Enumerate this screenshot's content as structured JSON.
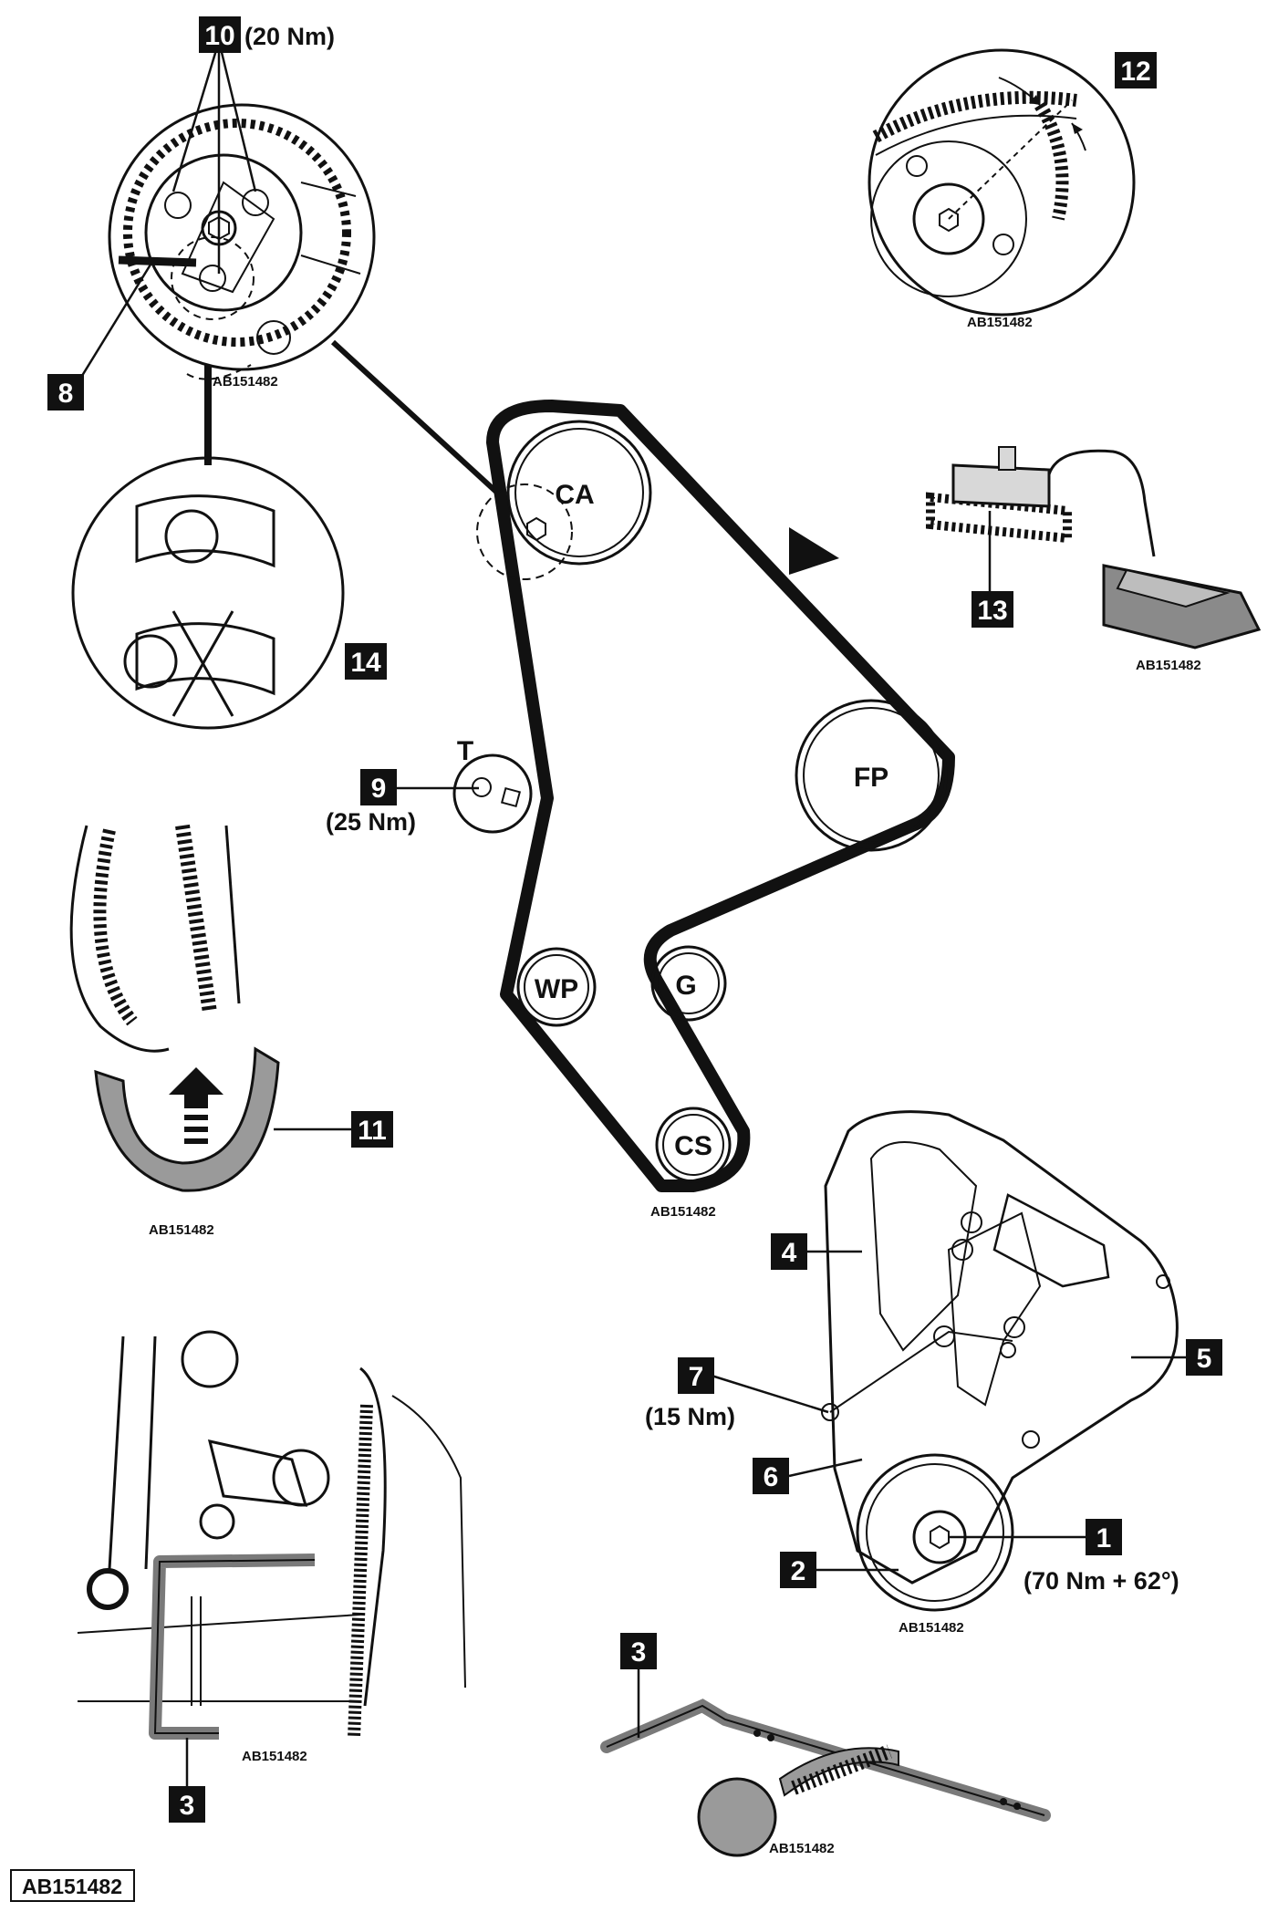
{
  "document_code": "AB151482",
  "figure_codes": {
    "camshaft_detail": "AB151482",
    "timing_mark_detail": "AB151482",
    "sensor_tool": "AB151482",
    "belt_detail": "AB151482",
    "belt_routing": "AB151482",
    "timing_cover": "AB151482",
    "crankshaft_tool": "AB151482",
    "locking_pin_tool": "AB151482"
  },
  "pulleys": {
    "CA": "CA",
    "FP": "FP",
    "T": "T",
    "WP": "WP",
    "G": "G",
    "CS": "CS"
  },
  "callouts": {
    "c1": "1",
    "c2": "2",
    "c3a": "3",
    "c3b": "3",
    "c4": "4",
    "c5": "5",
    "c6": "6",
    "c7": "7",
    "c8": "8",
    "c9": "9",
    "c10": "10",
    "c11": "11",
    "c12": "12",
    "c13": "13",
    "c14": "14"
  },
  "torques": {
    "c1": "(70 Nm + 62°)",
    "c7": "(15 Nm)",
    "c9": "(25 Nm)",
    "c10": "(20 Nm)"
  },
  "colors": {
    "line": "#111111",
    "tool_fill": "#9a9a9a",
    "background": "#ffffff"
  }
}
